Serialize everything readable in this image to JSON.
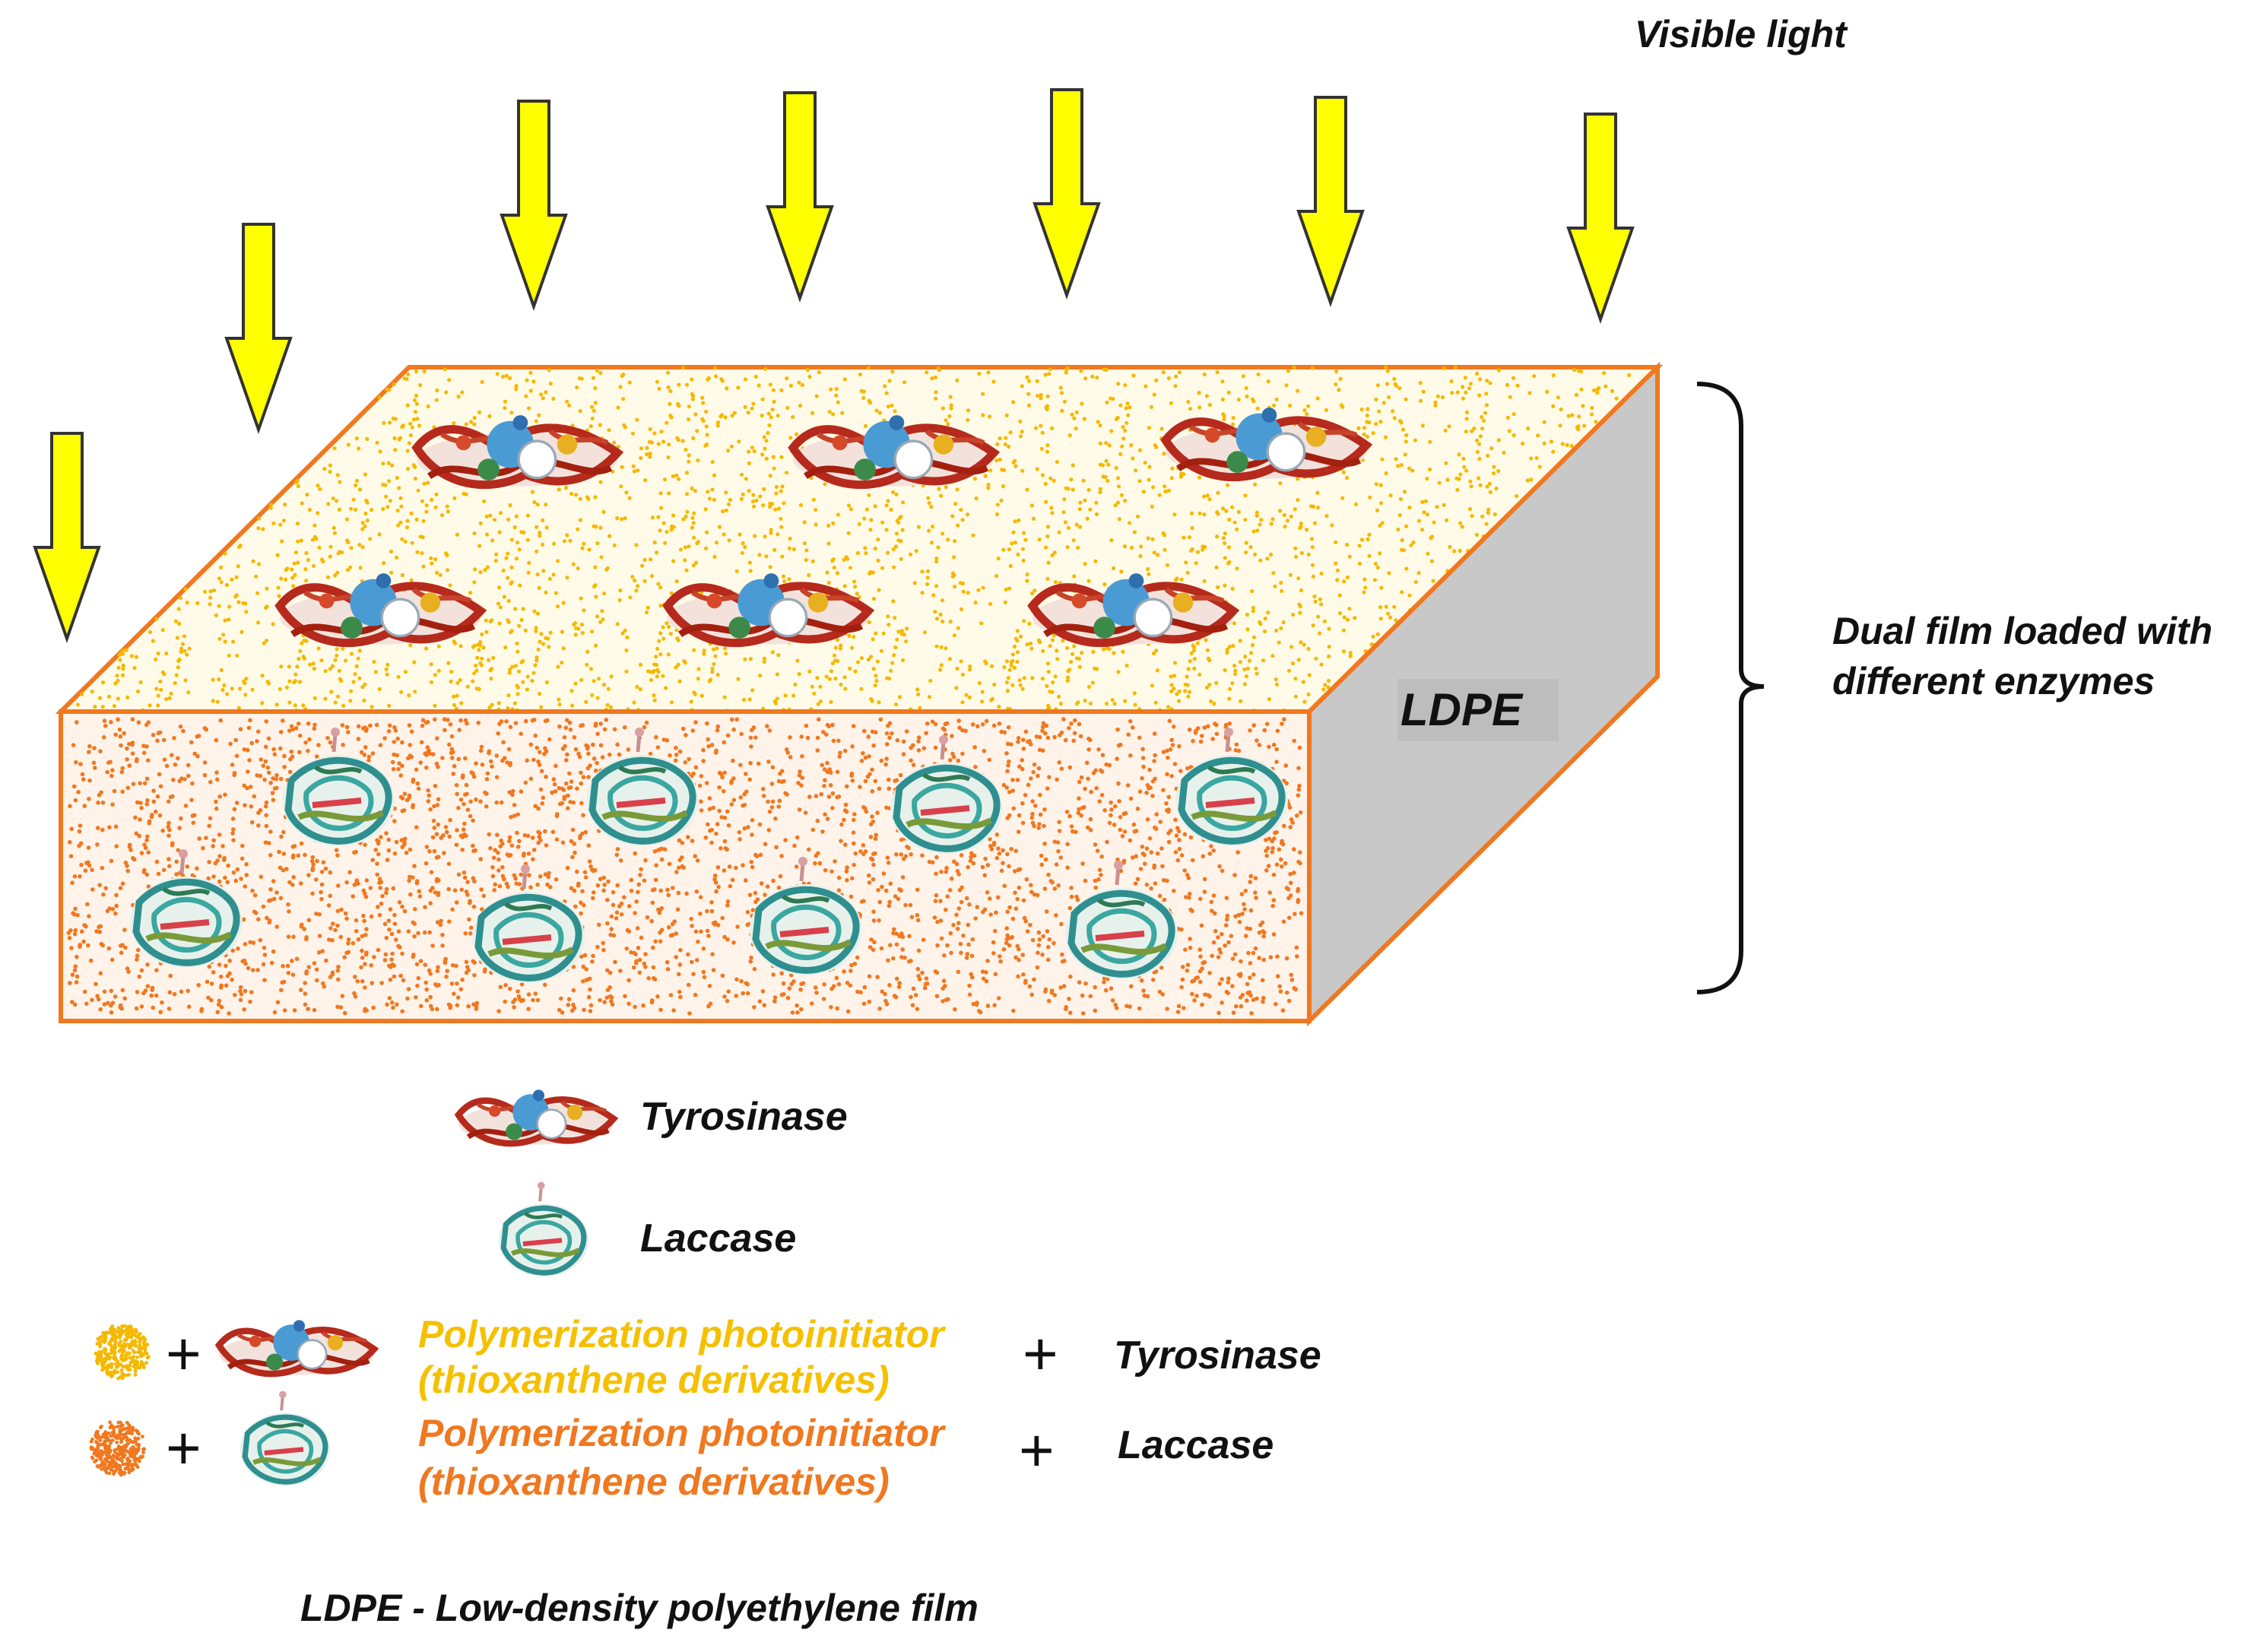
{
  "light": {
    "label": "Visible light",
    "arrow_color": "#ffff00"
  },
  "film": {
    "top_face_label": "",
    "side_label": "LDPE",
    "bracket_label_line1": "Dual film loaded with",
    "bracket_label_line2": "different enzymes",
    "top_dot_color": "#f5b800",
    "front_dot_color": "#f07820",
    "border_color": "#f07820",
    "side_color": "#c8c8c8"
  },
  "legend": {
    "tyrosinase": "Tyrosinase",
    "laccase": "Laccase",
    "row1": {
      "plus1": "+",
      "photoinitiator_line1": "Polymerization photoinitiator",
      "photoinitiator_line2": "(thioxanthene derivatives)",
      "plus2": "+",
      "enzyme": "Tyrosinase",
      "text_color": "#f5c000"
    },
    "row2": {
      "plus1": "+",
      "photoinitiator_line1": "Polymerization photoinitiator",
      "photoinitiator_line2": "(thioxanthene derivatives)",
      "plus2": "+",
      "enzyme": "Laccase",
      "text_color": "#f07820"
    },
    "footnote": "LDPE - Low-density polyethylene film"
  }
}
